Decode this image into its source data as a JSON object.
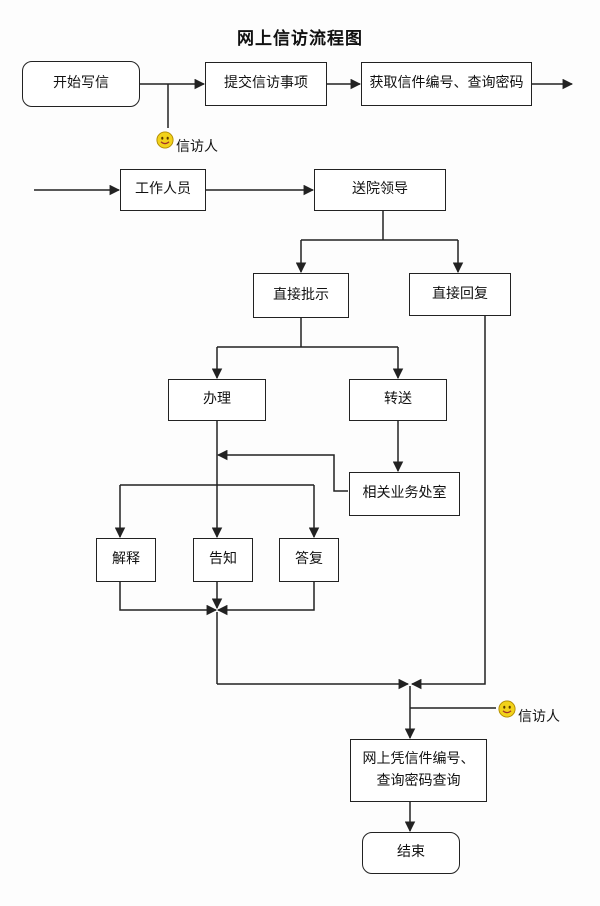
{
  "diagram": {
    "title": "网上信访流程图",
    "nodes": {
      "start": "开始写信",
      "submit": "提交信访事项",
      "get_code": "获取信件编号、查询密码",
      "staff": "工作人员",
      "leader": "送院领导",
      "direct_instruct": "直接批示",
      "direct_reply": "直接回复",
      "handle": "办理",
      "forward": "转送",
      "dept": "相关业务处室",
      "explain": "解释",
      "notify": "告知",
      "answer": "答复",
      "query_line1": "网上凭信件编号、",
      "query_line2": "查询密码查询",
      "end": "结束"
    },
    "actor_labels": {
      "petitioner_top": "信访人",
      "petitioner_bottom": "信访人"
    },
    "icons": {
      "petitioner": "smiley-face-icon"
    },
    "colors": {
      "line": "#222222",
      "smiley_fill": "#f2d21b"
    }
  }
}
